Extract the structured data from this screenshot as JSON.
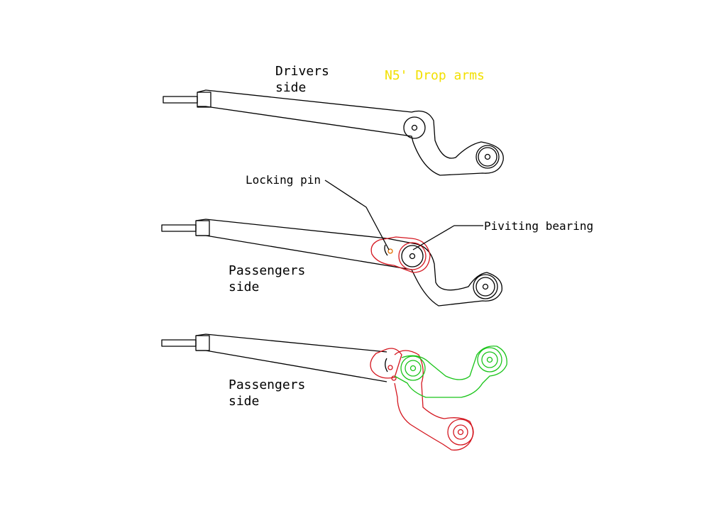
{
  "title": "N5' Drop arms",
  "labels": {
    "drivers_side_1": "Drivers",
    "drivers_side_2": "side",
    "locking_pin": "Locking pin",
    "pivoting_bearing": "Piviting bearing",
    "passengers_side_a_1": "Passengers",
    "passengers_side_a_2": "side",
    "passengers_side_b_1": "Passengers",
    "passengers_side_b_2": "side"
  },
  "colors": {
    "title": "#f2e000",
    "arm_outline": "#000000",
    "locked_position": "#d4161f",
    "dropped_position": "#19c419"
  }
}
